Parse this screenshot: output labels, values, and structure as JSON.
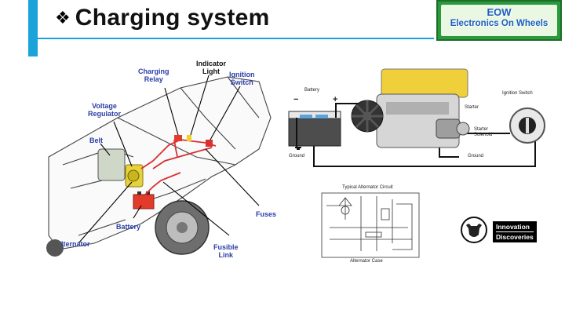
{
  "header": {
    "bullet": "❖",
    "title": "Charging system"
  },
  "logo": {
    "line1": "EOW",
    "line2": "Electronics On Wheels",
    "colors": {
      "frame": "#2a9a3c",
      "text": "#1a5fc0"
    }
  },
  "car_diagram": {
    "labels": {
      "charging_relay": [
        "Charging",
        "Relay"
      ],
      "indicator_light": [
        "Indicator",
        "Light"
      ],
      "ignition_switch": [
        "Ignition",
        "Switch"
      ],
      "voltage_regulator": [
        "Voltage",
        "Regulator"
      ],
      "belt": "Belt",
      "battery": "Battery",
      "alternator": "lternator",
      "fuses": "Fuses",
      "fusible_link": [
        "Fusible",
        "Link"
      ]
    },
    "colors": {
      "labels": "#2b3ea8",
      "wiring": "#d93030"
    }
  },
  "engine_diagram": {
    "labels": {
      "battery": "Battery",
      "minus": "−",
      "plus": "+",
      "ground_left": "Ground",
      "starter": "Starter",
      "starter_solenoid": [
        "Starter",
        "Solenoid"
      ],
      "ground_right": "Ground",
      "ignition_switch": "Ignition Switch"
    }
  },
  "circuit": {
    "title": "Typical Alternator Circuit",
    "caption": "Alternator Case"
  },
  "brand": {
    "line1": "Innovation",
    "line2": "Discoveries"
  }
}
